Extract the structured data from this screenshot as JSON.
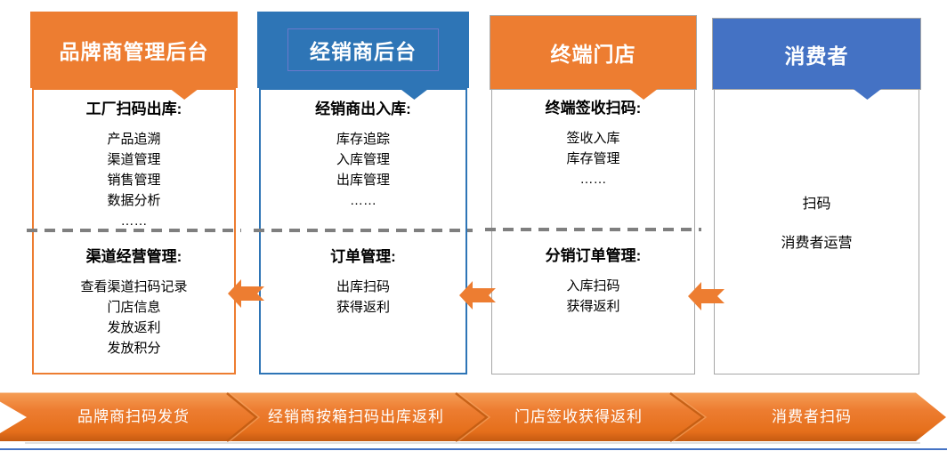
{
  "colors": {
    "orange": "#ED7D31",
    "blue_medium": "#2E75B6",
    "blue_royal": "#4472C4",
    "gray_border": "#A6A6A6",
    "dash_gray": "#7F7F7F",
    "banner_edge_dark": "#C05A11",
    "bottom_rule": "#4472C4"
  },
  "columns": [
    {
      "title": "品牌商管理后台",
      "top": {
        "heading": "工厂扫码出库:",
        "items": [
          "产品追溯",
          "渠道管理",
          "销售管理",
          "数据分析",
          "……"
        ]
      },
      "bottom": {
        "heading": "渠道经营管理:",
        "items": [
          "查看渠道扫码记录",
          "门店信息",
          "发放返利",
          "发放积分"
        ]
      }
    },
    {
      "title": "经销商后台",
      "top": {
        "heading": "经销商出入库:",
        "items": [
          "库存追踪",
          "入库管理",
          "出库管理",
          "……"
        ]
      },
      "bottom": {
        "heading": "订单管理:",
        "items": [
          "出库扫码",
          "获得返利"
        ]
      }
    },
    {
      "title": "终端门店",
      "top": {
        "heading": "终端签收扫码:",
        "items": [
          "签收入库",
          "库存管理",
          "……"
        ]
      },
      "bottom": {
        "heading": "分销订单管理:",
        "items": [
          "入库扫码",
          "获得返利"
        ]
      }
    },
    {
      "title": "消费者",
      "items": [
        "扫码",
        "消费者运营"
      ]
    }
  ],
  "banner": {
    "segments": [
      "品牌商扫码发货",
      "经销商按箱扫码出库返利",
      "门店签收获得返利",
      "消费者扫码"
    ]
  }
}
